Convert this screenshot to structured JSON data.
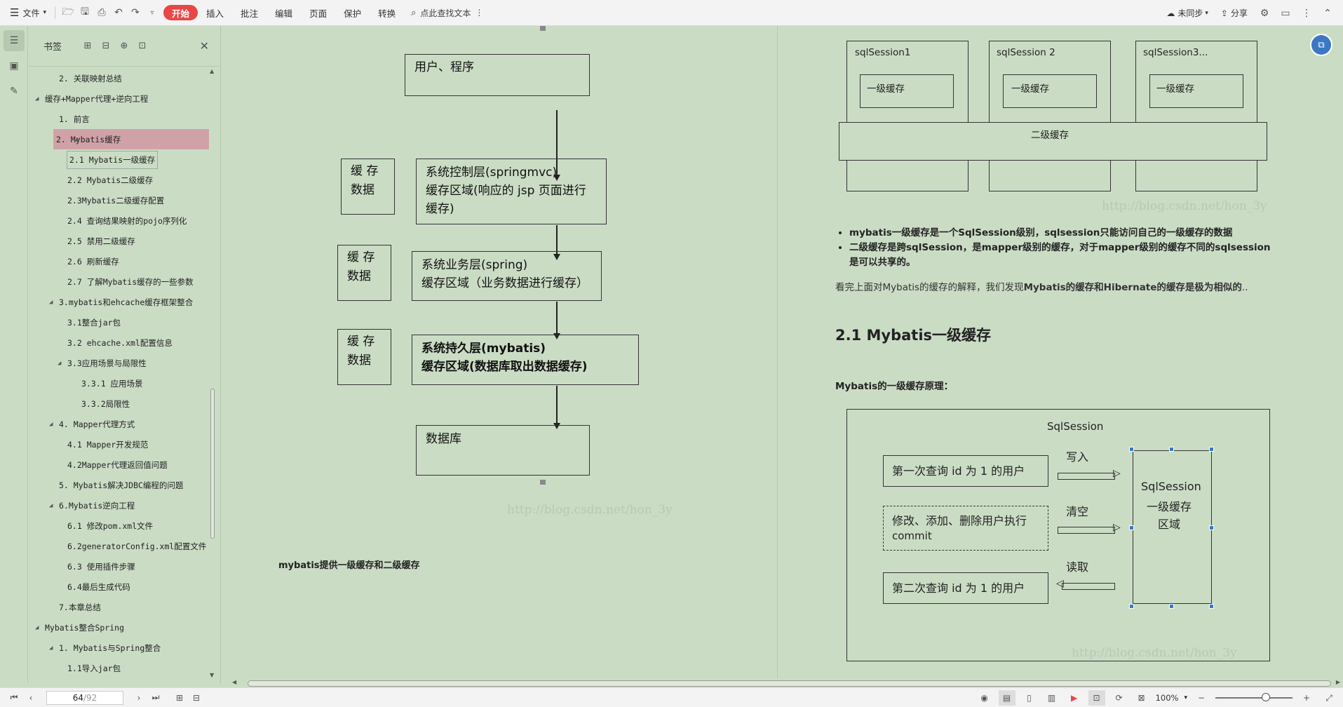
{
  "toolbar": {
    "file_label": "文件",
    "tabs": [
      "开始",
      "插入",
      "批注",
      "编辑",
      "页面",
      "保护",
      "转换"
    ],
    "search_label": "点此查找文本",
    "sync_label": "未同步",
    "share_label": "分享"
  },
  "panel": {
    "title": "书签",
    "items": [
      {
        "label": "2. 关联映射总结",
        "indent": 2
      },
      {
        "label": "缓存+Mapper代理+逆向工程",
        "indent": 1
      },
      {
        "label": "1. 前言",
        "indent": 2
      },
      {
        "label": "2. Mybatis缓存",
        "indent": 2
      },
      {
        "label": "2.1 Mybatis一级缓存",
        "indent": 3
      },
      {
        "label": "2.2 Mybatis二级缓存",
        "indent": 3
      },
      {
        "label": "2.3Mybatis二级缓存配置",
        "indent": 3
      },
      {
        "label": "2.4 查询结果映射的pojo序列化",
        "indent": 3
      },
      {
        "label": "2.5 禁用二级缓存",
        "indent": 3
      },
      {
        "label": "2.6 刷新缓存",
        "indent": 3
      },
      {
        "label": "2.7 了解Mybatis缓存的一些参数",
        "indent": 3
      },
      {
        "label": "3.mybatis和ehcache缓存框架整合",
        "indent": 2
      },
      {
        "label": "3.1整合jar包",
        "indent": 3
      },
      {
        "label": "3.2 ehcache.xml配置信息",
        "indent": 3
      },
      {
        "label": "3.3应用场景与局限性",
        "indent": 3
      },
      {
        "label": "3.3.1 应用场景",
        "indent": 4
      },
      {
        "label": "3.3.2局限性",
        "indent": 4
      },
      {
        "label": "4. Mapper代理方式",
        "indent": 2
      },
      {
        "label": "4.1 Mapper开发规范",
        "indent": 3
      },
      {
        "label": "4.2Mapper代理返回值问题",
        "indent": 3
      },
      {
        "label": "5. Mybatis解决JDBC编程的问题",
        "indent": 2
      },
      {
        "label": "6.Mybatis逆向工程",
        "indent": 2
      },
      {
        "label": "6.1 修改pom.xml文件",
        "indent": 3
      },
      {
        "label": "6.2generatorConfig.xml配置文件",
        "indent": 3
      },
      {
        "label": "6.3 使用插件步骤",
        "indent": 3
      },
      {
        "label": "6.4最后生成代码",
        "indent": 3
      },
      {
        "label": "7.本章总结",
        "indent": 2
      },
      {
        "label": "Mybatis整合Spring",
        "indent": 1
      },
      {
        "label": "1. Mybatis与Spring整合",
        "indent": 2
      },
      {
        "label": "1.1导入jar包",
        "indent": 3
      }
    ]
  },
  "left_page": {
    "user_box": "用户、程序",
    "cache_label_1": "缓  存",
    "cache_label_2": "数据",
    "controller_line1": "系统控制层(springmvc)",
    "controller_line2": "缓存区域(响应的 jsp 页面进行",
    "controller_line3": "缓存)",
    "service_line1": "系统业务层(spring)",
    "service_line2": "缓存区域（业务数据进行缓存）",
    "persist_line1": "系统持久层(mybatis)",
    "persist_line2": "缓存区域(数据库取出数据缓存)",
    "db_box": "数据库",
    "watermark": "http://blog.csdn.net/hon_3y",
    "caption": "mybatis提供一级缓存和二级缓存"
  },
  "right_page": {
    "sessions": [
      "sqlSession1",
      "sqlSession 2",
      "sqlSession3..."
    ],
    "first_cache": "一级缓存",
    "second_cache": "二级缓存",
    "watermark": "http://blog.csdn.net/hon_3y",
    "bullet1": "mybatis一级缓存是一个SqlSession级别，sqlsession只能访问自己的一级缓存的数据",
    "bullet2": "二级缓存是跨sqlSession，是mapper级别的缓存，对于mapper级别的缓存不同的sqlsession是可以共享的。",
    "paragraph_pre": "看完上面对Mybatis的缓存的解释，我们发现",
    "paragraph_bold": "Mybatis的缓存和Hibernate的缓存是极为相似的",
    "paragraph_post": "..",
    "heading": "2.1 Mybatis一级缓存",
    "sub_caption": "Mybatis的一级缓存原理：",
    "diagram_title": "SqlSession",
    "query1": "第一次查询 id 为 1 的用户",
    "modify_line1": "修改、添加、删除用户执行",
    "modify_line2": "commit",
    "query2": "第二次查询 id 为 1 的用户",
    "write_label": "写入",
    "clear_label": "清空",
    "read_label": "读取",
    "area_line1": "SqlSession",
    "area_line2": "一级缓存",
    "area_line3": "区域"
  },
  "statusbar": {
    "page_current": "64",
    "page_total": "/92",
    "zoom": "100%"
  },
  "colors": {
    "background": "#cbdcc5",
    "accent": "#e94646",
    "selected_bookmark": "#d0a2a8"
  }
}
